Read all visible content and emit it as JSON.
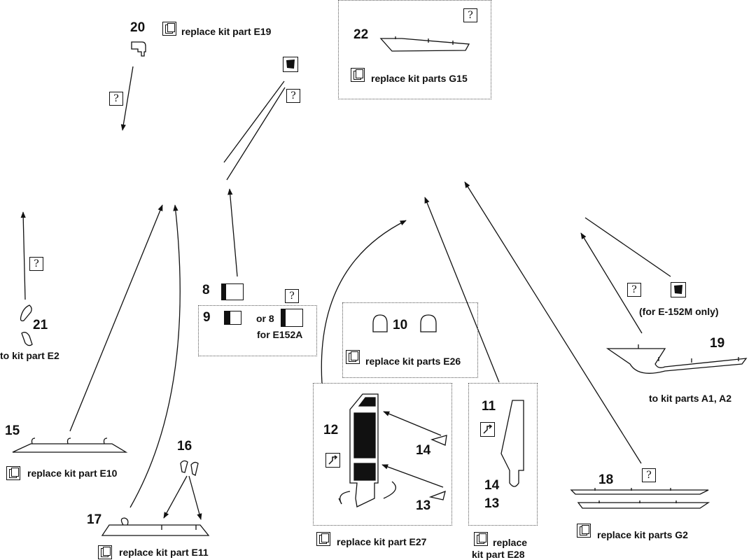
{
  "parts": {
    "p20": {
      "num": "20",
      "caption": "replace kit part E19"
    },
    "p22": {
      "num": "22",
      "caption": "replace kit parts G15"
    },
    "p8": {
      "num": "8"
    },
    "p9": {
      "num": "9",
      "alt": "or 8",
      "note": "for E152A"
    },
    "p10": {
      "num": "10",
      "caption": "replace kit parts E26"
    },
    "p21": {
      "num": "21",
      "caption": "to kit part E2"
    },
    "p15": {
      "num": "15",
      "caption": "replace kit part E10"
    },
    "p16": {
      "num": "16"
    },
    "p17": {
      "num": "17",
      "caption": "replace kit part E11"
    },
    "p12": {
      "num": "12",
      "num14": "14",
      "num13": "13",
      "caption": "replace kit part E27"
    },
    "p11": {
      "num": "11",
      "num14": "14",
      "num13": "13",
      "caption_line1": "replace",
      "caption_line2": "kit part E28"
    },
    "p19": {
      "num": "19",
      "note": "(for E-152M only)",
      "caption": "to kit parts A1, A2"
    },
    "p18": {
      "num": "18",
      "caption": "replace kit parts G2"
    }
  },
  "icons": {
    "question": "?",
    "copy": "copy-replace-icon",
    "bend": "bend-icon",
    "film": "film-icon",
    "half": "half-fill-icon"
  }
}
